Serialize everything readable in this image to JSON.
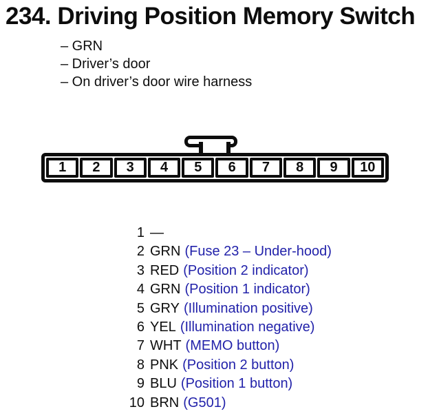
{
  "figure": {
    "title": "234. Driving Position Memory Switch",
    "notes": [
      "– GRN",
      "– Driver’s door",
      "– On driver’s door wire harness"
    ]
  },
  "connector": {
    "pins": [
      "1",
      "2",
      "3",
      "4",
      "5",
      "6",
      "7",
      "8",
      "9",
      "10"
    ]
  },
  "pin_list": [
    {
      "pin": "1",
      "wire": "—",
      "function": ""
    },
    {
      "pin": "2",
      "wire": "GRN",
      "function": "(Fuse 23 – Under-hood)"
    },
    {
      "pin": "3",
      "wire": "RED",
      "function": "(Position 2 indicator)"
    },
    {
      "pin": "4",
      "wire": "GRN",
      "function": "(Position 1 indicator)"
    },
    {
      "pin": "5",
      "wire": "GRY",
      "function": "(Illumination positive)"
    },
    {
      "pin": "6",
      "wire": "YEL",
      "function": "(Illumination negative)"
    },
    {
      "pin": "7",
      "wire": "WHT",
      "function": "(MEMO button)"
    },
    {
      "pin": "8",
      "wire": "PNK",
      "function": "(Position 2 button)"
    },
    {
      "pin": "9",
      "wire": "BLU",
      "function": "(Position 1 button)"
    },
    {
      "pin": "10",
      "wire": "BRN",
      "function": "(G501)"
    }
  ],
  "colors": {
    "function_text": "#2222aa",
    "body_text": "#0d0d0d"
  }
}
